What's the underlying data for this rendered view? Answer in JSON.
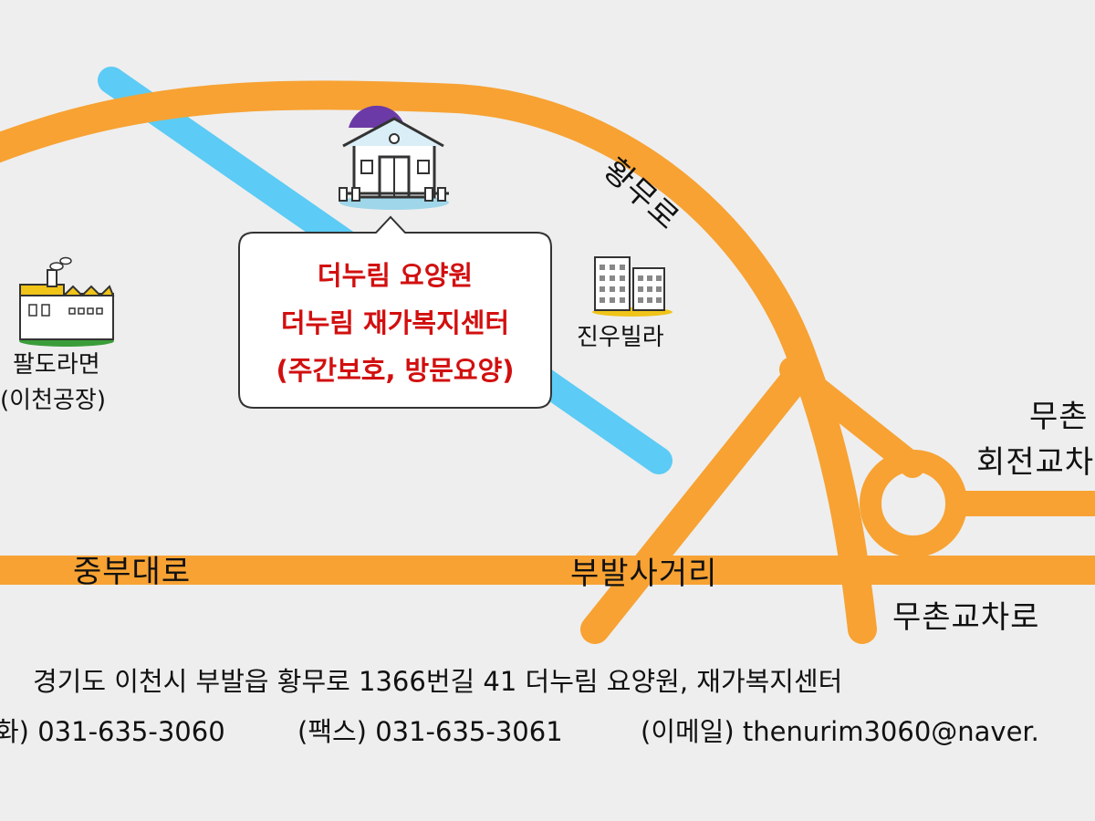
{
  "roads": {
    "hwangmu_ro": "황무로",
    "jungbu_daero": "중부대로",
    "bubal_intersection": "부발사거리",
    "muchon_interchange": "무촌교차로",
    "muchon_roundabout_line1": "무촌",
    "muchon_roundabout_line2": "회전교차"
  },
  "places": {
    "paldorammyeon_line1": "팔도라면",
    "paldorammyeon_line2": "(이천공장)",
    "jinwoo_villa": "진우빌라"
  },
  "callout": {
    "line1": "더누림 요양원",
    "line2": "더누림 재가복지센터",
    "line3": "(주간보호, 방문요양)"
  },
  "footer": {
    "address": "경기도 이천시 부발읍 황무로 1366번길 41 더누림 요양원, 재가복지센터",
    "phone": "화) 031-635-3060",
    "fax": "(팩스) 031-635-3061",
    "email": "(이메일) thenurim3060@naver."
  },
  "colors": {
    "background": "#eeeeee",
    "road": "#f7a233",
    "stream": "#5ccbf5",
    "callout_text": "#d20f0f",
    "callout_border": "#333333",
    "nursing_home_roof": "#6c3aa6"
  },
  "icons": {
    "nursing_home": "building-with-purple-roof-icon",
    "factory": "factory-icon",
    "villa": "apartment-buildings-icon"
  }
}
